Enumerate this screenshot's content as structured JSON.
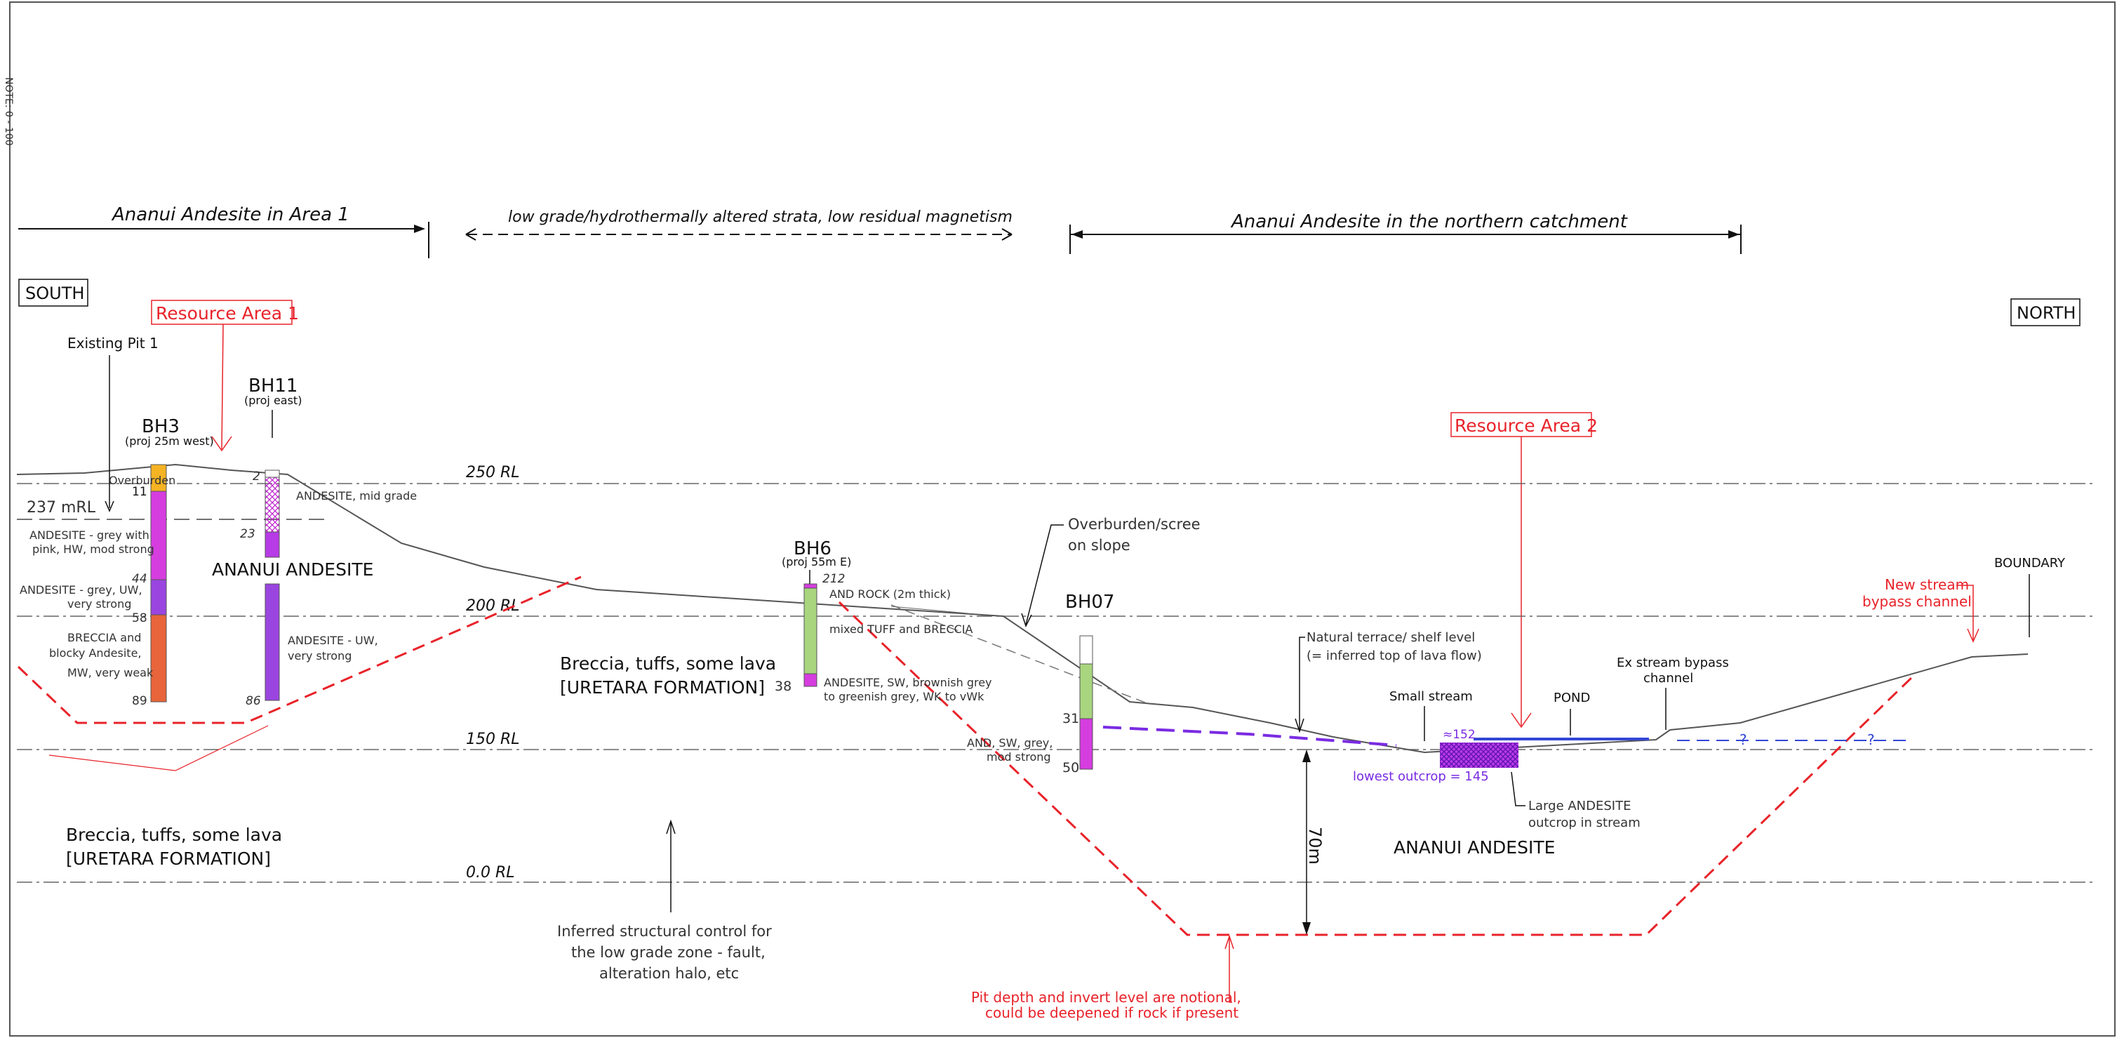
{
  "header": {
    "area1": "Ananui Andesite in Area 1",
    "low_grade": "low grade/hydrothermally altered strata, low residual magnetism",
    "northern": "Ananui Andesite in the northern catchment"
  },
  "side_text": "NOTE: 0 - 100",
  "directions": {
    "south": "SOUTH",
    "north": "NORTH"
  },
  "resource_areas": {
    "area1": "Resource Area 1",
    "area2": "Resource Area 2"
  },
  "elevation_labels": {
    "rl250": "250 RL",
    "rl200": "200 RL",
    "rl150": "150 RL",
    "rl0": "0.0 RL",
    "mrl237": "237 mRL"
  },
  "boreholes": {
    "bh3": {
      "name": "BH3",
      "note": "(proj 25m west)",
      "depths": [
        "11",
        "44",
        "58",
        "89"
      ]
    },
    "bh11": {
      "name": "BH11",
      "note": "(proj east)",
      "depths": [
        "2",
        "23",
        "86"
      ]
    },
    "bh6": {
      "name": "BH6",
      "note": "(proj 55m E)",
      "depths": [
        "212",
        "38"
      ]
    },
    "bh07": {
      "name": "BH07",
      "depths": [
        "31",
        "50"
      ]
    }
  },
  "annotations": {
    "existing_pit": "Existing Pit 1",
    "overburden": "Overburden",
    "andesite_mid": "ANDESITE, mid grade",
    "andesite_grey_pink": [
      "ANDESITE - grey with",
      "pink, HW, mod strong"
    ],
    "andesite_grey_uw": [
      "ANDESITE - grey, UW,",
      "very strong"
    ],
    "breccia_blocky": [
      "BRECCIA and",
      "blocky Andesite,",
      "MW, very weak"
    ],
    "andesite_uw": [
      "ANDESITE - UW,",
      "very strong"
    ],
    "ananui_andesite_1": "ANANUI ANDESITE",
    "breccia_mid": [
      "Breccia, tuffs, some lava",
      "[URETARA FORMATION]"
    ],
    "breccia_low": [
      "Breccia, tuffs, some lava",
      "[URETARA FORMATION]"
    ],
    "and_rock": "AND ROCK (2m thick)",
    "mixed_tuff": "mixed TUFF and BRECCIA",
    "andesite_sw": [
      "ANDESITE, SW, brownish grey",
      "to greenish grey, WK to vWk"
    ],
    "and_sw_grey": [
      "AND, SW, grey,",
      "mod strong"
    ],
    "overburden_scree": [
      "Overburden/scree",
      "on slope"
    ],
    "natural_terrace": [
      "Natural terrace/ shelf level",
      "(= inferred top of lava flow)"
    ],
    "small_stream": "Small stream",
    "pond": "POND",
    "ex_stream": [
      "Ex stream bypass",
      "channel"
    ],
    "boundary": "BOUNDARY",
    "new_stream": [
      "New stream",
      "bypass channel"
    ],
    "approx_152": "≈152",
    "lowest_outcrop": "lowest outcrop = 145",
    "large_andesite": [
      "Large ANDESITE",
      "outcrop in stream"
    ],
    "ananui_andesite_2": "ANANUI ANDESITE",
    "depth_70m": "70m",
    "inferred_control": [
      "Inferred structural control for",
      "the low grade zone - fault,",
      "alteration halo, etc"
    ],
    "pit_depth": [
      "Pit depth and invert level are notional,",
      "could be deepened if rock if present"
    ],
    "question_1": "?",
    "question_2": "?"
  },
  "colors": {
    "orange_layer": "#f5b324",
    "magenta_layer": "#d53ddf",
    "violet_layer": "#9a45e0",
    "breccia_layer": "#e8643a",
    "green_layer": "#a8d57e",
    "pit_outline": "#e8232a",
    "lava_top": "#7a2be2",
    "water": "#3346d6"
  }
}
